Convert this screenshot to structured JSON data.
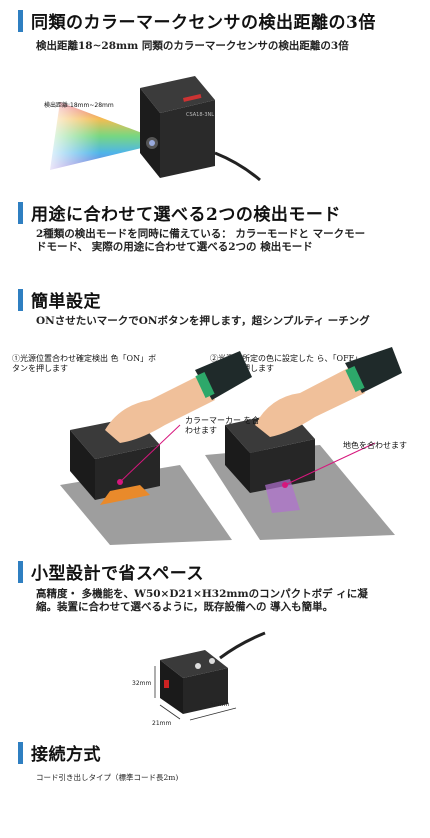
{
  "section1": {
    "title": "同類のカラーマークセンサの検出距離の3倍",
    "text": "検出距離18~28mm 同類のカラーマークセンサの検出距離の3倍",
    "distance_label": "検出距離:18mm~28mm",
    "product_label": "CSA18-3NL"
  },
  "section2": {
    "title": "用途に合わせて選べる2つの検出モード",
    "text": "2種類の検出モードを同時に備えている： カラーモードと マークモードモード、 実際の用途に合わせて選べる2つの 検出モード"
  },
  "section3": {
    "title": "簡単設定",
    "text": "ONさせたいマークでONボタンを押します，超シンプルティ ーチング",
    "step1": "①光源位置合わせ確定検出 色「ON」ボタンを押します",
    "step2": "②光源を所定の色に設定した ら、「OFF」ボタンを押します",
    "callout1": "カラーマーカー を合わせます",
    "callout2": "地色を合わせます"
  },
  "section4": {
    "title": "小型設計で省スペース",
    "text": "高精度・ 多機能を、W50×D21×H32mmのコンパクトボデ ィに凝縮。装置に合わせて選べるように，既存設備への 導入も簡単。",
    "dim_h": "32mm",
    "dim_d": "21mm",
    "dim_w": "50mm"
  },
  "section5": {
    "title": "接続方式",
    "text": "コード引き出しタイプ（標準コード長2m)"
  }
}
